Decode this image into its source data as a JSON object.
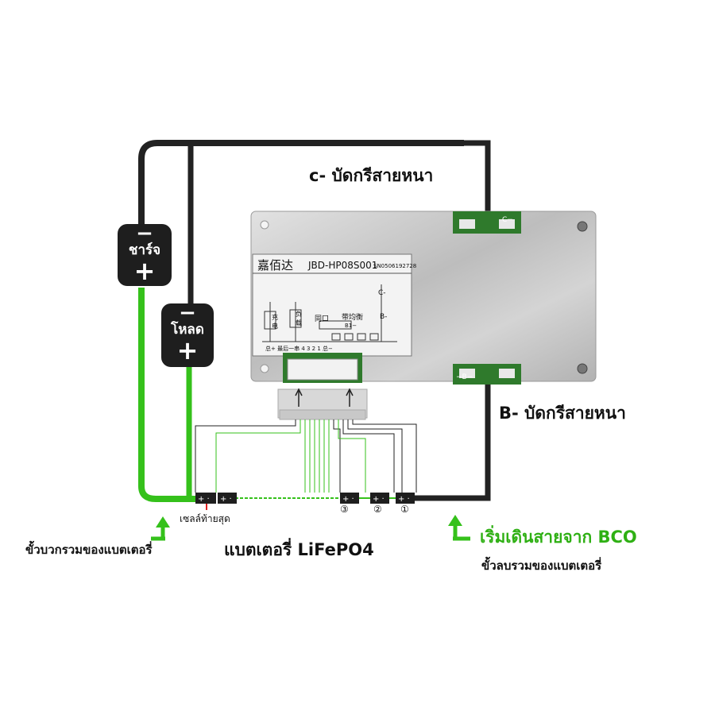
{
  "labels": {
    "c_minus_thick_wire": "c- บัดกรีสายหนา",
    "b_minus_thick_wire": "B- บัดกรีสายหนา",
    "charge": "ชาร์จ",
    "load": "โหลด",
    "minus_sign": "−",
    "plus_sign": "+",
    "last_cell": "เซลล์ท้ายสุด",
    "battery_positive_total": "ขั้วบวกรวมของแบตเตอรี่",
    "battery_title": "แบตเตอรี่ LiFePO4",
    "start_wiring": "เริ่มเดินสายจาก BCO",
    "battery_negative_total": "ขั้วลบรวมของแบตเตอรี่",
    "cell_numbers": [
      "③",
      "②",
      "①"
    ]
  },
  "board": {
    "brand": "嘉佰达",
    "model": "JBD-HP08S001",
    "serial": "SN0506192728",
    "pad_c_minus": "C−",
    "pad_b_minus": "−B−",
    "schematic_c": "C-",
    "schematic_b": "B-",
    "schematic_b1": "B1−",
    "schematic_charge": "充电",
    "schematic_load": "负载",
    "schematic_sync": "同口",
    "schematic_balance": "带均衡",
    "schematic_bottom": "总+ 最后一串  4  3  2  1  总−"
  },
  "colors": {
    "wire_black": "#222222",
    "wire_green": "#35c11b",
    "board_metal": "#c9c9c9",
    "box_dark": "#1e1e1e"
  }
}
